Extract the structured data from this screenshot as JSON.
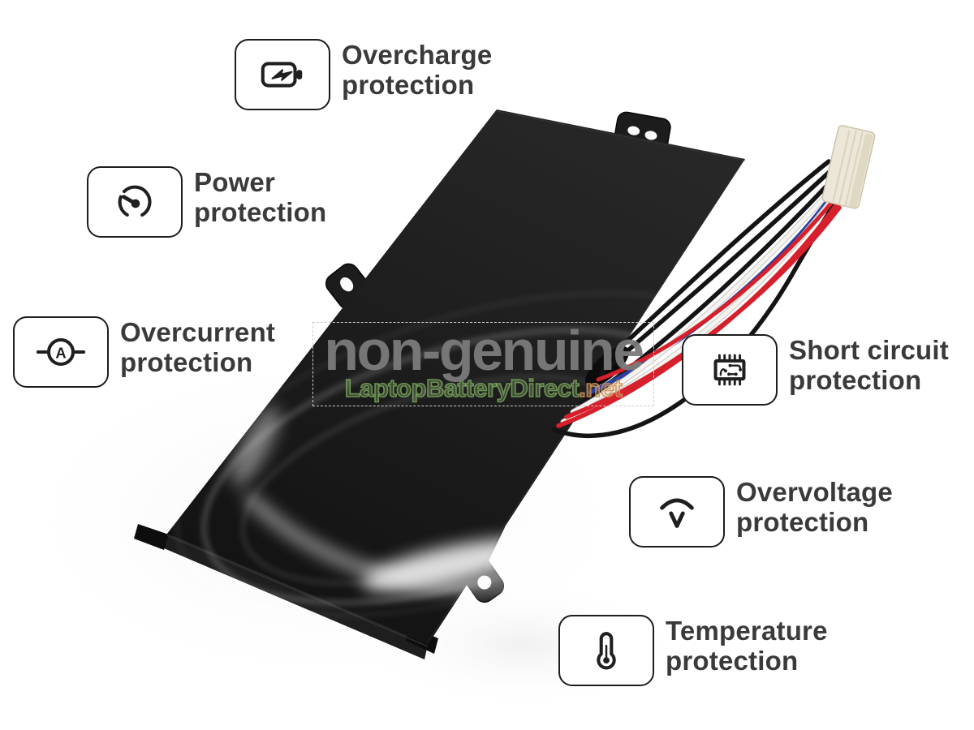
{
  "watermark": {
    "headline": "non-genuine",
    "site": "LaptopBatteryDirect",
    "site_suffix": ".net"
  },
  "features": [
    {
      "key": "overcharge",
      "icon": "battery-charging-icon",
      "line1": "Overcharge",
      "line2": "protection"
    },
    {
      "key": "power",
      "icon": "power-gauge-icon",
      "line1": "Power",
      "line2": "protection"
    },
    {
      "key": "overcurrent",
      "icon": "ammeter-icon",
      "line1": "Overcurrent",
      "line2": "protection"
    },
    {
      "key": "short_circuit",
      "icon": "circuit-chip-icon",
      "line1": "Short circuit",
      "line2": "protection"
    },
    {
      "key": "overvoltage",
      "icon": "voltage-arc-icon",
      "line1": "Overvoltage",
      "line2": "protection"
    },
    {
      "key": "temperature",
      "icon": "thermometer-icon",
      "line1": "Temperature",
      "line2": "protection"
    }
  ],
  "icon_glyphs": {
    "ammeter_letter": "A"
  },
  "colors": {
    "background": "#ffffff",
    "outline": "#1d1d1d",
    "label_text": "#3a3a3a",
    "battery_body": "#1c1c1c",
    "wire_red": "#d6202c",
    "wire_blue": "#2b3f9e",
    "wire_black": "#141414",
    "wire_white": "#f5f3ef",
    "connector": "#ece7d8",
    "watermark_gray": "#7b7b7b",
    "watermark_green": "#6f9c54",
    "watermark_net": "#c08a55",
    "dashed_border": "#cdcdcd"
  }
}
